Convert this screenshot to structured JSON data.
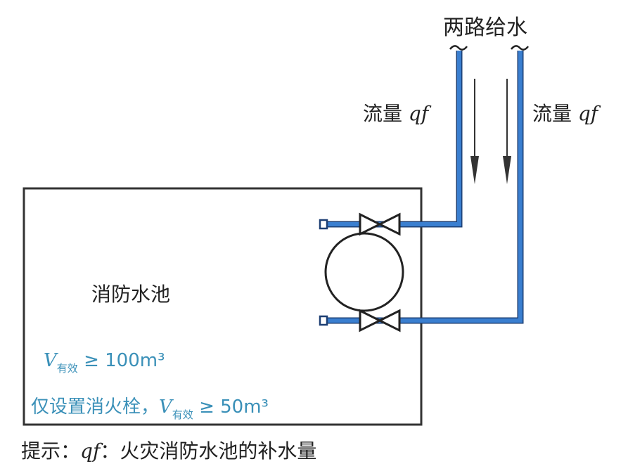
{
  "supply": {
    "title": "两路给水"
  },
  "flow_left": {
    "prefix": "流量",
    "var": "qf"
  },
  "flow_right": {
    "prefix": "流量",
    "var": "qf"
  },
  "tank": {
    "label": "消防水池",
    "v_main": {
      "var": "V",
      "sub": "有效",
      "rest": "≥ 100m³"
    },
    "v_hydrant": {
      "prefix": "仅设置消火栓，",
      "var": "V",
      "sub": "有效",
      "rest": "≥ 50m³"
    }
  },
  "note": {
    "prefix": "提示：",
    "var": "qf",
    "rest": "：火灾消防水池的补水量"
  },
  "colors": {
    "pipe": "#3a7fd0",
    "pipe_edge": "#1d3f73",
    "line": "#333333",
    "accent_text": "#3a90b8"
  }
}
